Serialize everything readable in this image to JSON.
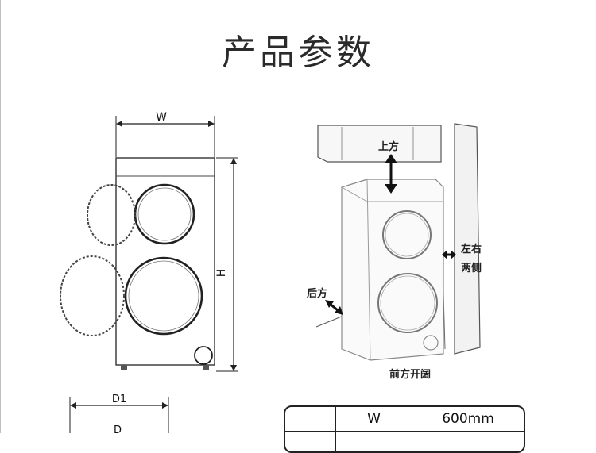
{
  "page_title": "产品参数",
  "front_view": {
    "width_label": "W",
    "height_label": "H"
  },
  "install_view": {
    "top_label": "上方",
    "sides_label_line1": "左右",
    "sides_label_line2": "两侧",
    "back_label": "后方",
    "front_label": "前方开阔"
  },
  "side_view": {
    "d1_label": "D1",
    "d_label": "D"
  },
  "spec_table": {
    "rows": [
      {
        "name": "",
        "key": "W",
        "value": "600mm"
      }
    ]
  }
}
